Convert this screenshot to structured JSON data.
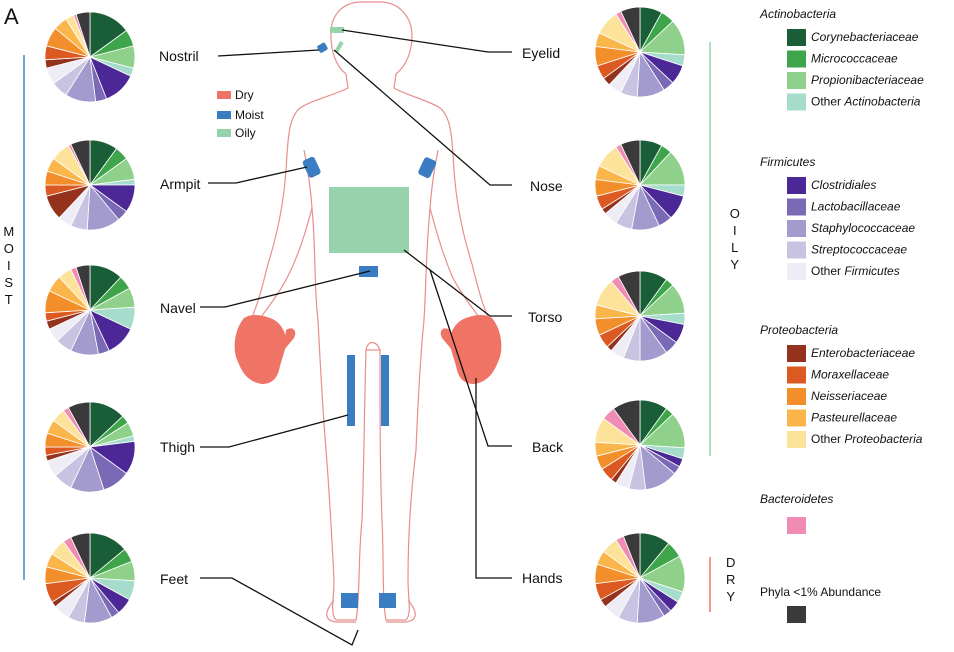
{
  "panel_letter": "A",
  "site_type_legend": [
    {
      "key": "dry",
      "label": "Dry",
      "color": "#f07466"
    },
    {
      "key": "moist",
      "label": "Moist",
      "color": "#3a7dc2"
    },
    {
      "key": "oily",
      "label": "Oily",
      "color": "#96d3aa"
    }
  ],
  "groups": {
    "moist": {
      "letters": [
        "M",
        "O",
        "I",
        "S",
        "T"
      ],
      "color": "#3a8ac4"
    },
    "oily": {
      "letters": [
        "O",
        "I",
        "L",
        "Y"
      ],
      "color": "#96d3aa"
    },
    "dry": {
      "letters": [
        "D",
        "R",
        "Y"
      ],
      "color": "#f07466"
    }
  },
  "sites": {
    "nostril": "Nostril",
    "armpit": "Armpit",
    "navel": "Navel",
    "thigh": "Thigh",
    "feet": "Feet",
    "eyelid": "Eyelid",
    "nose": "Nose",
    "torso": "Torso",
    "back": "Back",
    "hands": "Hands"
  },
  "taxa_legend": [
    {
      "phylum": "Actinobacteria",
      "items": [
        {
          "key": "cory",
          "label": "Corynebacteriaceae",
          "italic": true,
          "color": "#1a5e38"
        },
        {
          "key": "micro",
          "label": "Micrococcaceae",
          "italic": true,
          "color": "#3fa54a"
        },
        {
          "key": "propi",
          "label": "Propionibacteriaceae",
          "italic": true,
          "color": "#8fd08a"
        },
        {
          "key": "oact",
          "label_prefix": "Other ",
          "label": "Actinobacteria",
          "italic": true,
          "color": "#a6dccb"
        }
      ]
    },
    {
      "phylum": "Firmicutes",
      "items": [
        {
          "key": "clos",
          "label": "Clostridiales",
          "italic": true,
          "color": "#4b2896"
        },
        {
          "key": "lacto",
          "label": "Lactobacillaceae",
          "italic": true,
          "color": "#7a69b5"
        },
        {
          "key": "staph",
          "label": "Staphylococcaceae",
          "italic": true,
          "color": "#a39acd"
        },
        {
          "key": "strep",
          "label": "Streptococcaceae",
          "italic": true,
          "color": "#c9c3e2"
        },
        {
          "key": "ofirm",
          "label_prefix": "Other ",
          "label": "Firmicutes",
          "italic": true,
          "color": "#eeecf4"
        }
      ]
    },
    {
      "phylum": "Proteobacteria",
      "items": [
        {
          "key": "entero",
          "label": "Enterobacteriaceae",
          "italic": true,
          "color": "#94321d"
        },
        {
          "key": "morax",
          "label": "Moraxellaceae",
          "italic": true,
          "color": "#dc5a22"
        },
        {
          "key": "neiss",
          "label": "Neisseriaceae",
          "italic": true,
          "color": "#f28f2a"
        },
        {
          "key": "paste",
          "label": "Pasteurellaceae",
          "italic": true,
          "color": "#fbb64b"
        },
        {
          "key": "oprot",
          "label_prefix": "Other ",
          "label": "Proteobacteria",
          "italic": true,
          "color": "#fde39a"
        }
      ]
    },
    {
      "phylum": "Bacteroidetes",
      "items": [
        {
          "key": "bact",
          "label": "",
          "italic": false,
          "color": "#f08bb4"
        }
      ]
    },
    {
      "phylum": "",
      "items": [
        {
          "key": "rare",
          "label": "Phyla <1% Abundance",
          "italic": false,
          "color": "#3a3a3a"
        }
      ]
    }
  ],
  "chart_data": {
    "type": "pie",
    "slice_order": [
      "cory",
      "micro",
      "propi",
      "oact",
      "clos",
      "lacto",
      "staph",
      "strep",
      "ofirm",
      "entero",
      "morax",
      "neiss",
      "paste",
      "oprot",
      "bact",
      "rare"
    ],
    "pies": [
      {
        "site": "Nostril",
        "group": "Moist",
        "values": [
          15,
          6,
          8,
          3,
          12,
          4,
          11,
          6,
          6,
          3,
          5,
          7,
          5,
          3,
          1,
          5
        ]
      },
      {
        "site": "Armpit",
        "group": "Moist",
        "values": [
          10,
          5,
          8,
          2,
          10,
          4,
          12,
          6,
          5,
          9,
          4,
          5,
          5,
          7,
          1,
          7
        ]
      },
      {
        "site": "Navel",
        "group": "Moist",
        "values": [
          12,
          5,
          7,
          8,
          11,
          4,
          10,
          6,
          5,
          3,
          3,
          8,
          6,
          5,
          2,
          5
        ]
      },
      {
        "site": "Thigh",
        "group": "Moist",
        "values": [
          13,
          3,
          5,
          2,
          12,
          10,
          12,
          7,
          6,
          2,
          3,
          5,
          5,
          5,
          2,
          8
        ]
      },
      {
        "site": "Feet",
        "group": "Moist",
        "values": [
          14,
          5,
          7,
          7,
          6,
          3,
          10,
          6,
          6,
          2,
          7,
          6,
          5,
          6,
          3,
          7
        ]
      },
      {
        "site": "Eyelid",
        "group": "Oily",
        "values": [
          8,
          5,
          13,
          4,
          7,
          4,
          10,
          6,
          5,
          3,
          5,
          7,
          5,
          9,
          2,
          7
        ]
      },
      {
        "site": "Nose",
        "group": "Oily",
        "values": [
          8,
          4,
          13,
          4,
          9,
          5,
          10,
          6,
          5,
          2,
          5,
          6,
          5,
          9,
          2,
          7
        ]
      },
      {
        "site": "Torso",
        "group": "Oily",
        "values": [
          10,
          3,
          11,
          4,
          7,
          5,
          10,
          6,
          5,
          2,
          5,
          6,
          5,
          10,
          3,
          8
        ]
      },
      {
        "site": "Back",
        "group": "Oily",
        "values": [
          10,
          3,
          13,
          4,
          3,
          3,
          12,
          6,
          5,
          2,
          5,
          5,
          5,
          9,
          5,
          10
        ]
      },
      {
        "site": "Hands",
        "group": "Dry",
        "values": [
          11,
          6,
          13,
          4,
          4,
          3,
          10,
          7,
          6,
          3,
          6,
          7,
          5,
          6,
          3,
          6
        ]
      }
    ]
  }
}
